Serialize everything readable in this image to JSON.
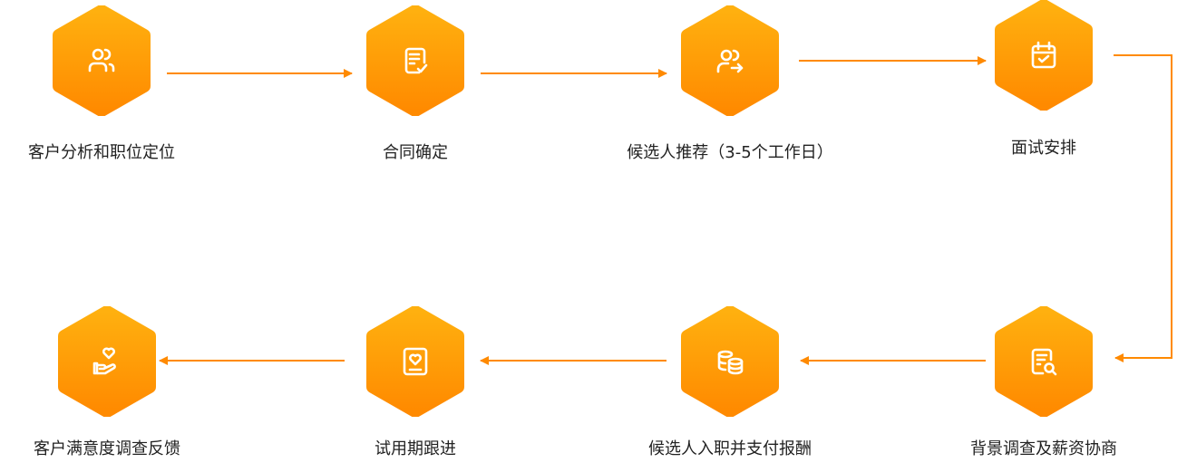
{
  "colors": {
    "accent": "#FF8A00",
    "accent_top": "#FFB00F",
    "text": "#222222"
  },
  "steps": [
    {
      "label": "客户分析和职位定位",
      "icon": "users-icon"
    },
    {
      "label": "合同确定",
      "icon": "contract-check-icon"
    },
    {
      "label": "候选人推荐（3-5个工作日）",
      "icon": "user-forward-icon"
    },
    {
      "label": "面试安排",
      "icon": "calendar-check-icon"
    },
    {
      "label": "背景调查及薪资协商",
      "icon": "document-search-icon"
    },
    {
      "label": "候选人入职并支付报酬",
      "icon": "coins-icon"
    },
    {
      "label": "试用期跟进",
      "icon": "heart-document-icon"
    },
    {
      "label": "客户满意度调查反馈",
      "icon": "hand-heart-icon"
    }
  ]
}
